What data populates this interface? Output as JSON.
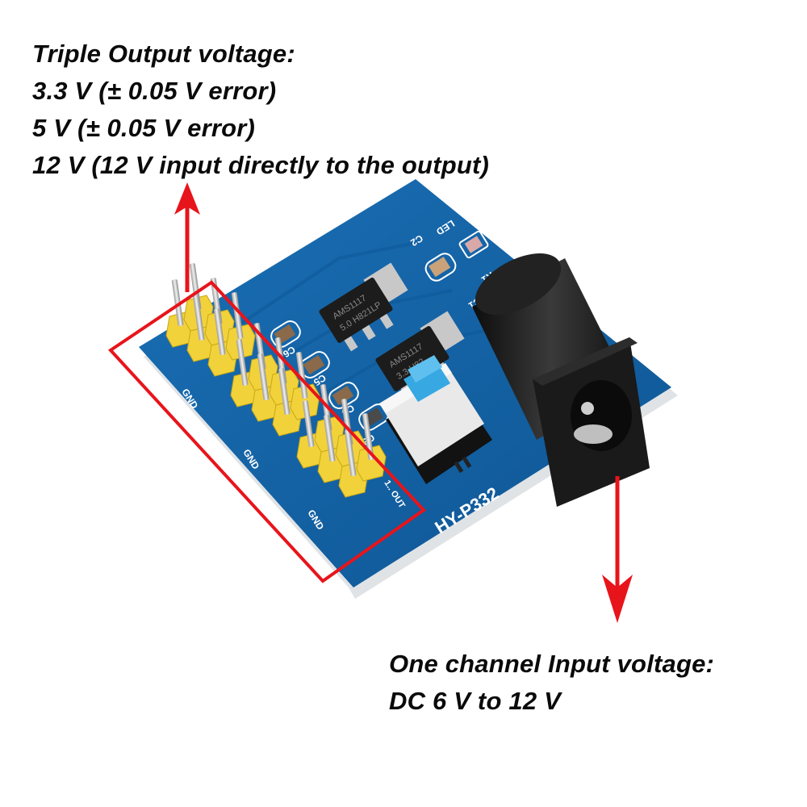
{
  "annotations": {
    "output": {
      "title": "Triple Output voltage:",
      "lines": [
        "3.3 V (± 0.05 V error)",
        "5 V (± 0.05 V error)",
        "12 V (12 V input directly to the output)"
      ]
    },
    "input": {
      "title": "One channel Input voltage:",
      "lines": [
        "DC 6 V to 12 V"
      ]
    }
  },
  "board": {
    "model": "HY-P332",
    "regulators": [
      {
        "line1": "AMS1117",
        "line2": "5.0 H821LP"
      },
      {
        "line1": "AMS1117",
        "line2": "3.3 H82"
      }
    ],
    "silkscreen": {
      "led": "LED",
      "r1": "R1",
      "c1": "C1",
      "c2": "C2",
      "c3": "C3",
      "c4": "C4",
      "c5": "C5",
      "c6": "C6",
      "gnd": "GND",
      "out": "1.. OUT"
    },
    "header_groups": 3,
    "pins_per_group": 6
  },
  "colors": {
    "pcb": "#1565a8",
    "pcb_dark": "#0d4f8a",
    "header": "#f2d23a",
    "highlight": "#e8141b",
    "jack": "#1a1a1a",
    "switch_cap": "#35a7e0",
    "switch_body": "#ececec"
  }
}
